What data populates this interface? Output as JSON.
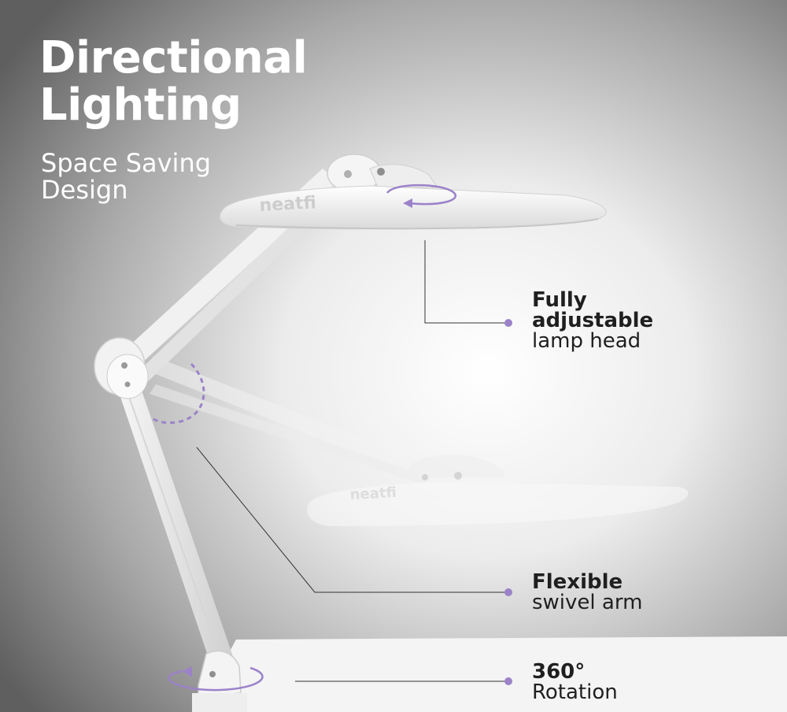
{
  "headline": {
    "line1": "Directional",
    "line2": "Lighting",
    "sub_line1": "Space Saving",
    "sub_line2": "Design"
  },
  "brand": {
    "logo_text": "neatfi"
  },
  "features": [
    {
      "bold1": "Fully",
      "bold2": "adjustable",
      "regular": "lamp head"
    },
    {
      "bold1": "Flexible",
      "regular": "swivel arm"
    },
    {
      "bold1": "360°",
      "regular": "Rotation"
    }
  ],
  "colors": {
    "accent": "#9b82c9",
    "background_top": "#5e5e5e",
    "text_dark": "#1f1f1f",
    "text_light": "#ffffff"
  }
}
